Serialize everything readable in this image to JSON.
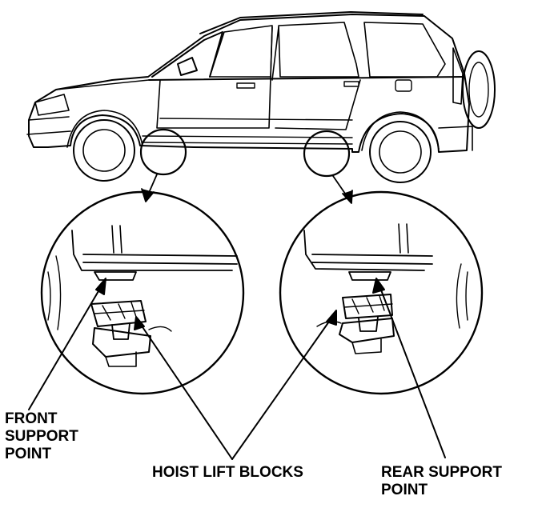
{
  "labels": {
    "front_support": "FRONT\nSUPPORT\nPOINT",
    "hoist_lift_blocks": "HOIST LIFT BLOCKS",
    "rear_support": "REAR SUPPORT\nPOINT"
  },
  "colors": {
    "ink": "#000000",
    "paper": "#ffffff"
  }
}
